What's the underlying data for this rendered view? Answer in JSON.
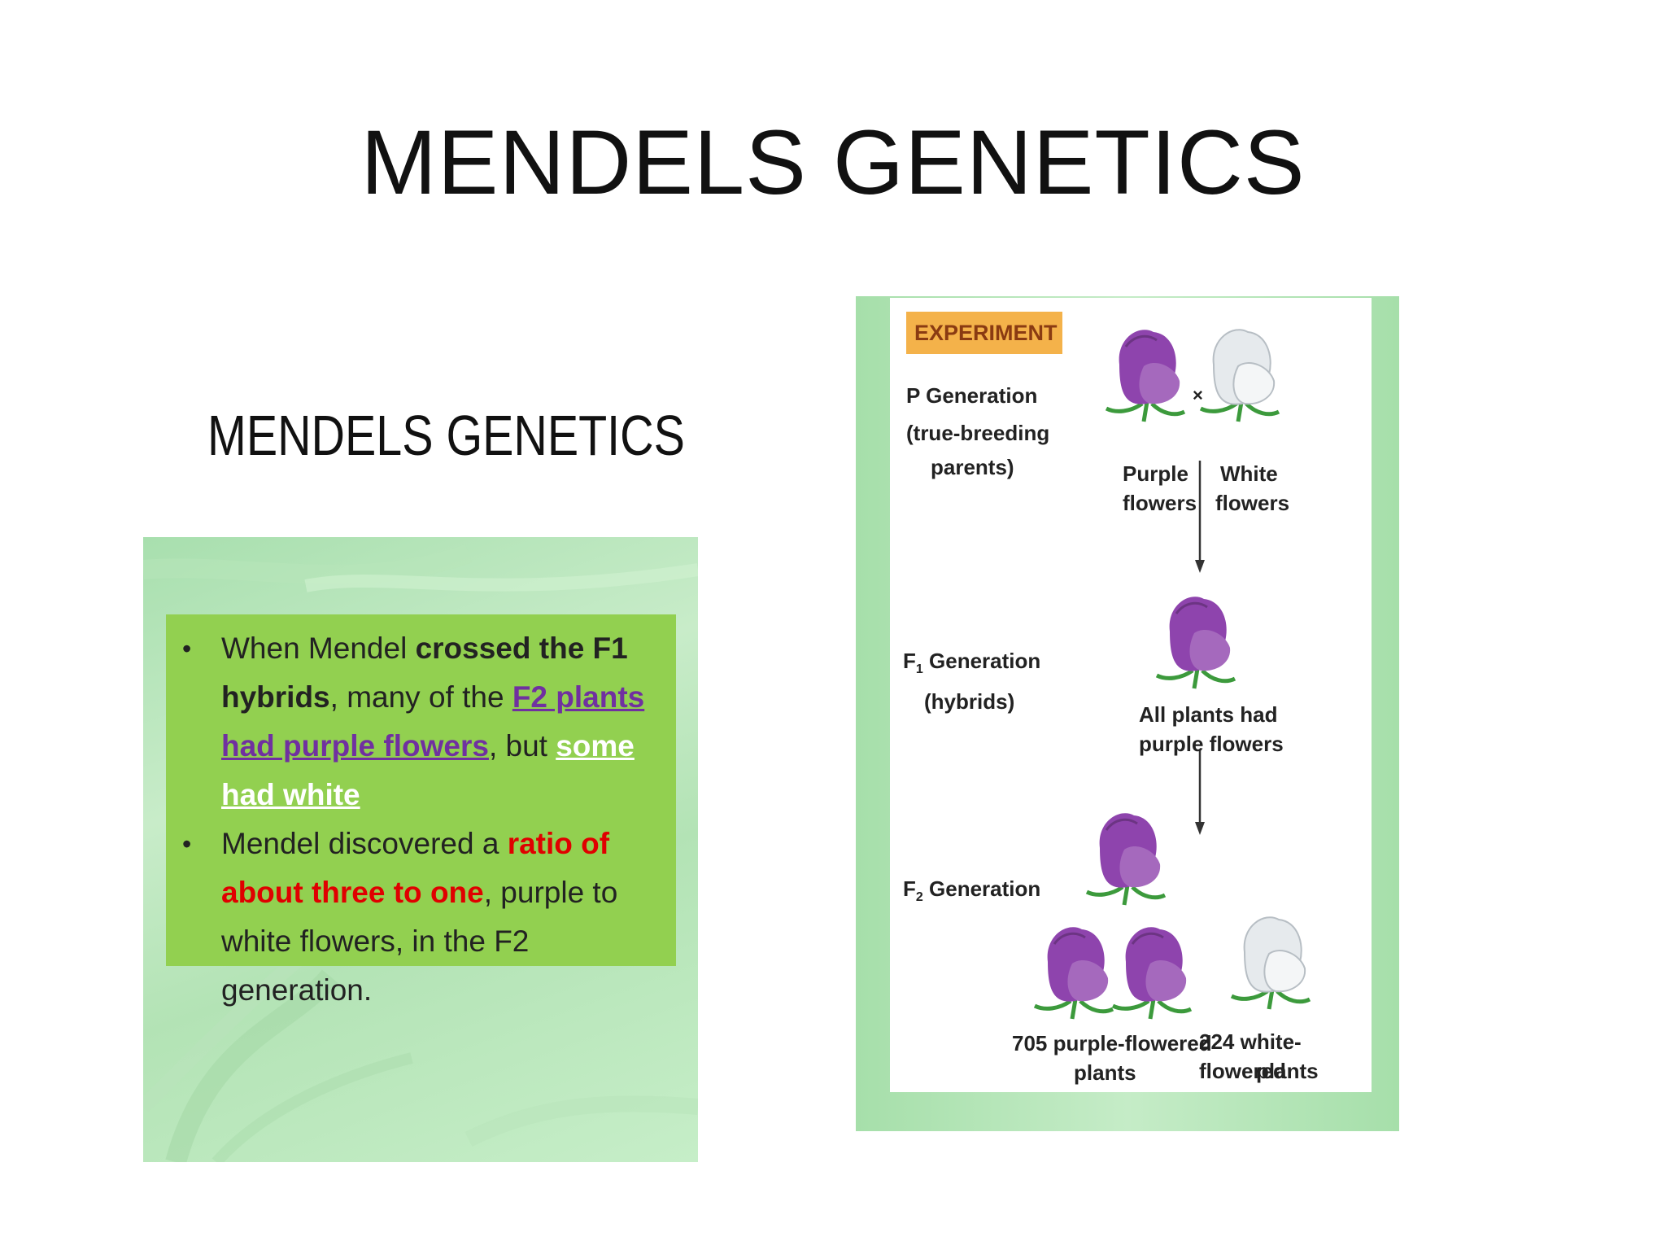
{
  "slide": {
    "title": "MENDELS GENETICS",
    "subtitle": "MENDELS GENETICS"
  },
  "left_panel": {
    "bullet1": {
      "part1": "When Mendel ",
      "bold1": "crossed the F1 hybrids",
      "part2": ", many of the ",
      "link1": "F2 plants had purple flowers",
      "part3": ", but ",
      "link2": "some had white"
    },
    "bullet2": {
      "part1": "Mendel discovered a ",
      "red1": "ratio of about three to one",
      "part2": ", purple to white flowers, in the F2 generation."
    },
    "bullet_symbol": "•"
  },
  "figure": {
    "tag": "EXPERIMENT",
    "p_generation": [
      "P Generation",
      "(true-breeding",
      "parents)"
    ],
    "purple_label": [
      "Purple",
      "flowers"
    ],
    "white_label": [
      "White",
      "flowers"
    ],
    "cross_symbol": "×",
    "f1_generation": [
      "F",
      "1",
      " Generation"
    ],
    "f1_hybrids": "(hybrids)",
    "f1_result": [
      "All plants had",
      "purple flowers"
    ],
    "f2_generation": [
      "F",
      "2",
      " Generation"
    ],
    "f2_purple": [
      "705 purple-flowered",
      "plants"
    ],
    "f2_white": [
      "224 white-flowered",
      "plants"
    ],
    "colors": {
      "purple": "#9b59b6",
      "white_flower": "#e8ecef",
      "leaf": "#3c9a3c",
      "tag": "#f4b24a"
    }
  }
}
